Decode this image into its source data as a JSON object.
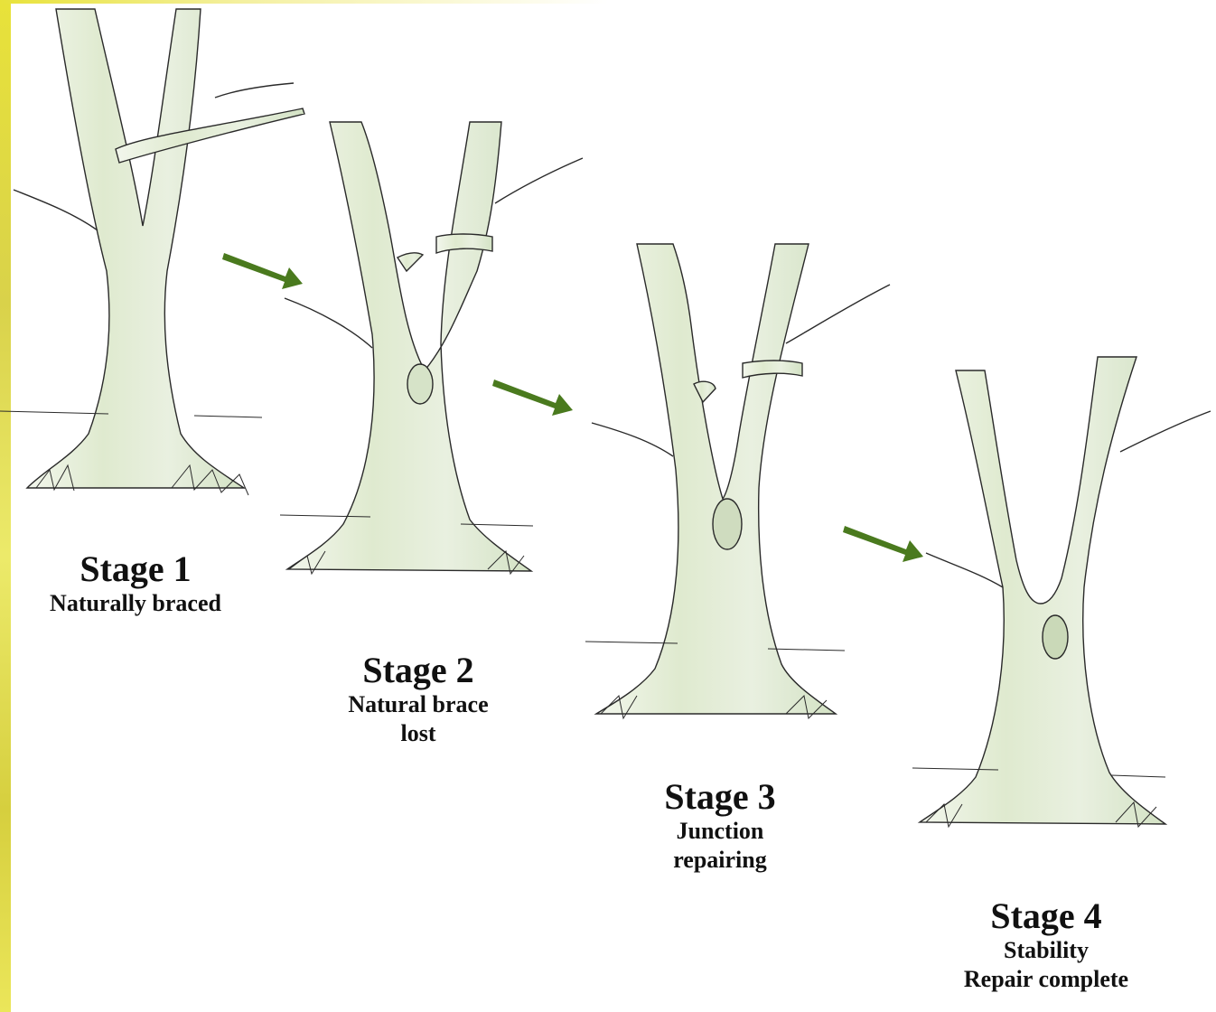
{
  "colors": {
    "arrow": "#4a7a1e",
    "trunk_fill": "#e6efdc",
    "trunk_shade": "#c9dcbc",
    "outline": "#2a2a2a",
    "border": "#e4de3f"
  },
  "stages": [
    {
      "title": "Stage 1",
      "description_lines": [
        "Naturally braced"
      ]
    },
    {
      "title": "Stage 2",
      "description_lines": [
        "Natural brace",
        "lost"
      ]
    },
    {
      "title": "Stage 3",
      "description_lines": [
        "Junction",
        "repairing"
      ]
    },
    {
      "title": "Stage 4",
      "description_lines": [
        "Stability",
        "Repair complete"
      ]
    }
  ],
  "arrows": [
    "arrow-right-down-icon",
    "arrow-right-down-icon",
    "arrow-right-down-icon"
  ]
}
